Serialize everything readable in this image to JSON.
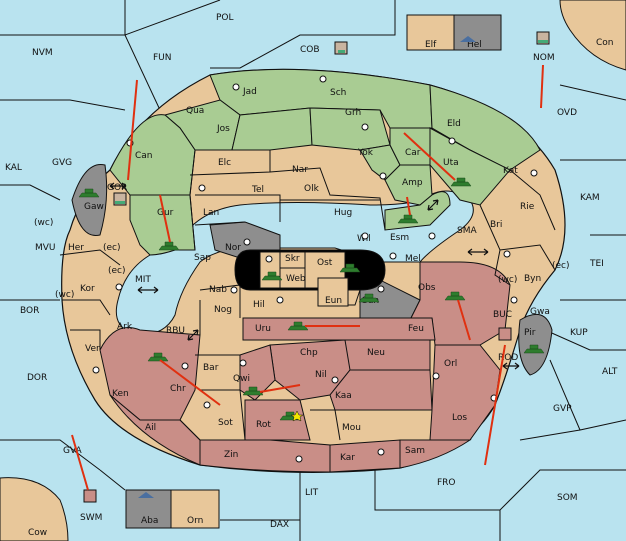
{
  "colors": {
    "sea": "#b9e3ef",
    "land_neutral": "#e8c79a",
    "land_green": "#a9cc93",
    "land_red": "#c98e87",
    "land_gray": "#8e8e8e",
    "border": "#111111",
    "arrow": "#e03010",
    "tank": "#2e7d2e"
  },
  "labels": {
    "sea": [
      "POL",
      "NVM",
      "FUN",
      "COB",
      "Con",
      "OVD",
      "KAL",
      "GVG",
      "KAM",
      "TEI",
      "MVU",
      "(wc)",
      "MIT",
      "SMA",
      "BOR",
      "(wc)",
      "(ec)",
      "(ec)",
      "(wc)",
      "(ec)",
      "BUC",
      "KUP",
      "DOR",
      "ALT",
      "GVP",
      "GVA",
      "FRO",
      "SOM",
      "LIT",
      "DAX",
      "RBU",
      "Cow",
      "NOM",
      "GOR",
      "SWM",
      "ROD"
    ],
    "land": [
      "Elf",
      "Hel",
      "Jad",
      "Sch",
      "Qua",
      "Jos",
      "Grh",
      "Eld",
      "Can",
      "Yok",
      "Car",
      "Uta",
      "Elc",
      "Nar",
      "Kat",
      "Gaw",
      "Tel",
      "Olk",
      "Amp",
      "Gur",
      "Lan",
      "Hug",
      "Rie",
      "Bri",
      "Esm",
      "Wil",
      "Nor",
      "Skr",
      "Ost",
      "Sap",
      "Web",
      "Mel",
      "Her",
      "Kor",
      "Byn",
      "Nab",
      "Obs",
      "Eun",
      "Sun",
      "Hil",
      "Gwa",
      "Ark",
      "Nog",
      "Pir",
      "Uru",
      "Feu",
      "Ver",
      "Chp",
      "Neu",
      "Bar",
      "Nil",
      "Orl",
      "Ken",
      "Qwi",
      "Chr",
      "Kaa",
      "Los",
      "Ail",
      "Sot",
      "Rot",
      "Mou",
      "Zin",
      "Kar",
      "Sam",
      "Aba",
      "Orn"
    ]
  }
}
